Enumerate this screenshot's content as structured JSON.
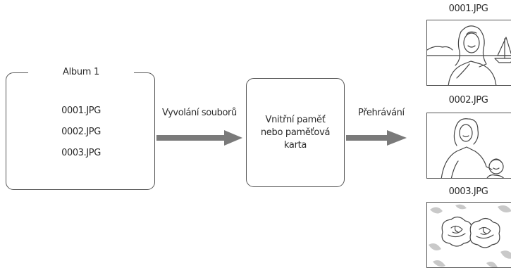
{
  "album": {
    "title": "Album 1",
    "files": [
      "0001.JPG",
      "0002.JPG",
      "0003.JPG"
    ]
  },
  "arrows": {
    "recall_label": "Vyvolání souborů",
    "playback_label": "Přehrávání"
  },
  "memory": {
    "lines": [
      "Vnitřní paměť",
      "nebo paměťová",
      "karta"
    ]
  },
  "thumbnails": [
    {
      "label": "0001.JPG",
      "icon": "woman-sailboat-photo-icon"
    },
    {
      "label": "0002.JPG",
      "icon": "woman-child-photo-icon"
    },
    {
      "label": "0003.JPG",
      "icon": "flowers-photo-icon"
    }
  ],
  "colors": {
    "line": "#555555",
    "arrow": "#7a7a7a",
    "text": "#2b2b2b"
  }
}
